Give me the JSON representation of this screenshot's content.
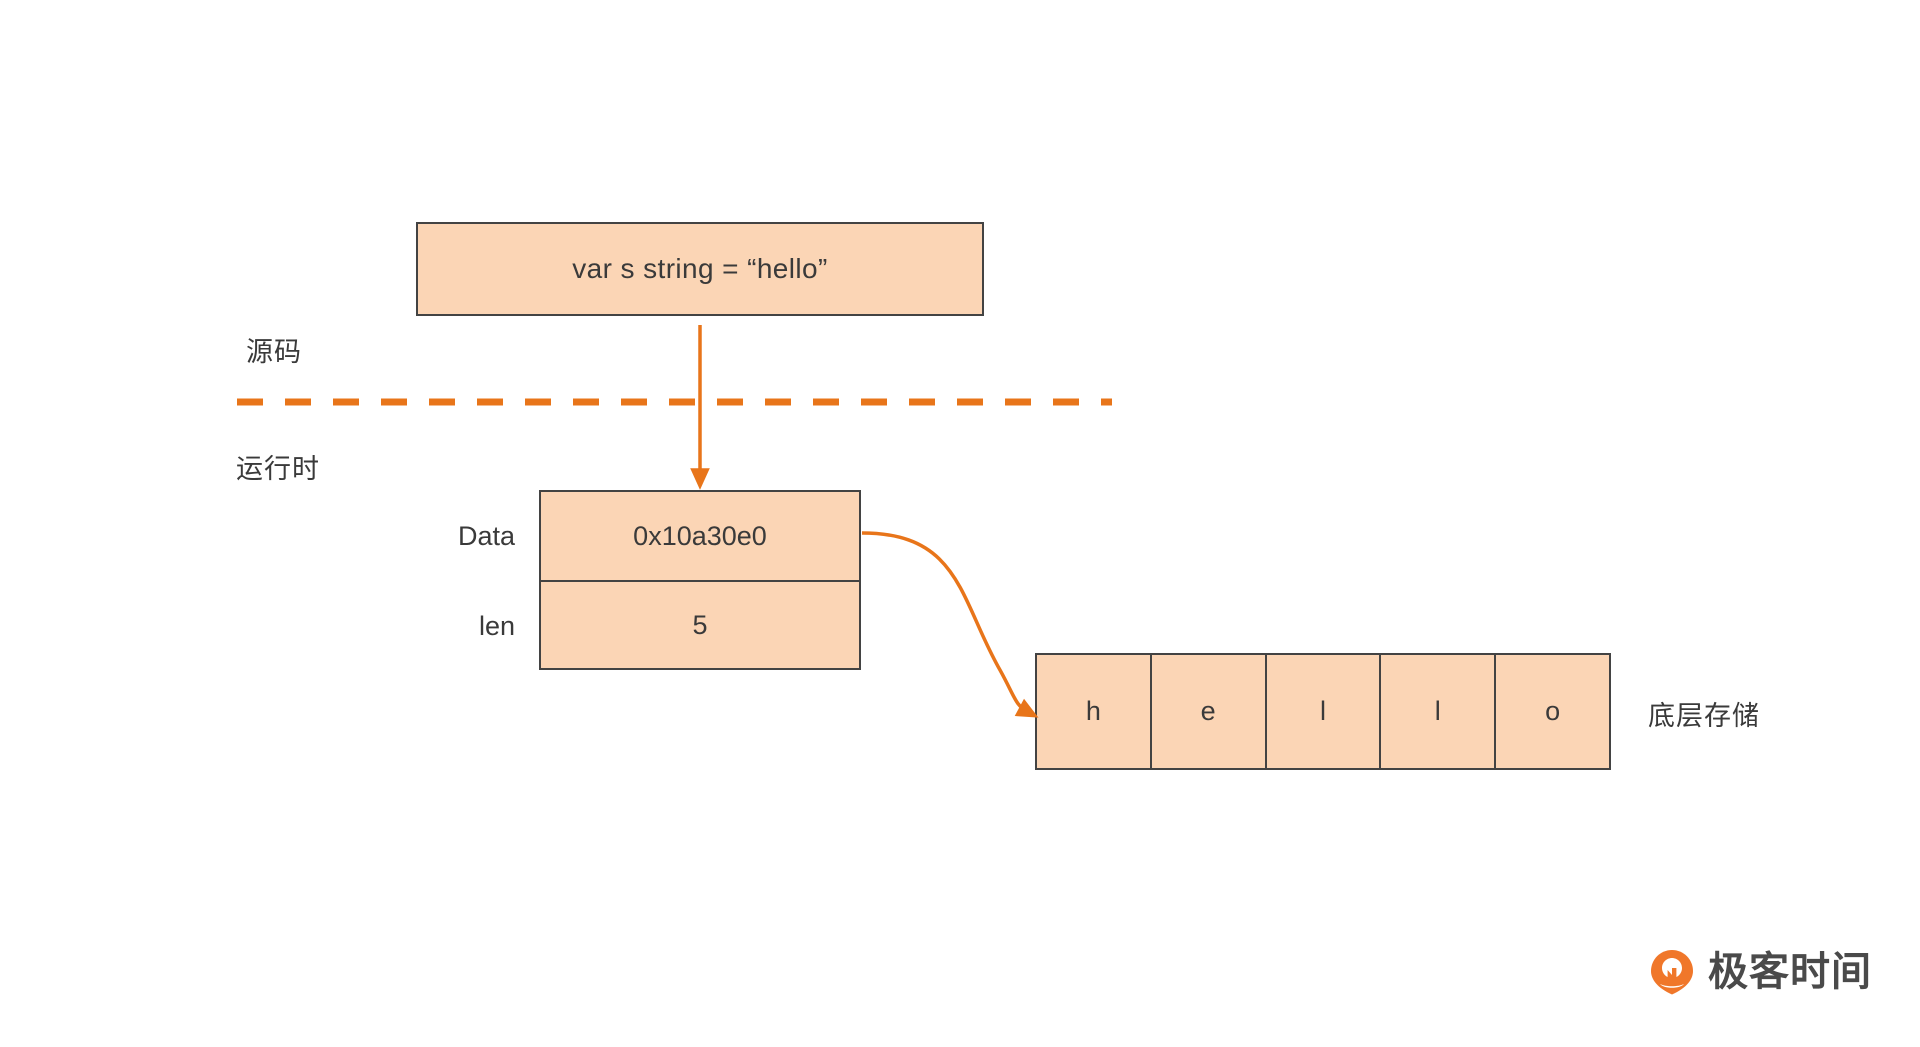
{
  "diagram": {
    "title": "Go string memory layout",
    "colors": {
      "box_fill": "#fbd5b5",
      "box_border": "#434343",
      "arrow": "#e8751a",
      "divider": "#e8751a",
      "text": "#3a3a3a",
      "brand_orange": "#f0772a"
    },
    "source_box": {
      "code": "var s string = “hello”"
    },
    "string_struct": {
      "fields": [
        {
          "label": "Data",
          "value": "0x10a30e0"
        },
        {
          "label": "len",
          "value": "5"
        }
      ]
    },
    "byte_storage": {
      "cells": [
        "h",
        "e",
        "l",
        "l",
        "o"
      ]
    },
    "annotations": {
      "source": "源码",
      "runtime": "运行时",
      "storage": "底层存储"
    },
    "brand": {
      "name": "极客时间",
      "mark": "geektime-logo-icon"
    }
  }
}
